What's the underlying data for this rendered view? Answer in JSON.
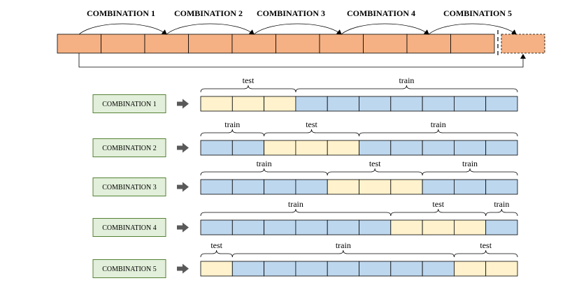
{
  "colors": {
    "segment_fill": "#f5b183",
    "extra_fill": "#f5b183",
    "test_fill": "#fff2cc",
    "train_fill": "#bdd7ee",
    "combo_box_fill": "#e2efda",
    "combo_box_stroke": "#548235",
    "cell_stroke": "#000000",
    "arrow_fill": "#595959"
  },
  "top_row": {
    "segment_count": 10,
    "labels": [
      "COMBINATION 1",
      "COMBINATION 2",
      "COMBINATION 3",
      "COMBINATION 4",
      "COMBINATION 5"
    ]
  },
  "combinations": [
    {
      "label": "COMBINATION 1",
      "cells": [
        "test",
        "test",
        "test",
        "train",
        "train",
        "train",
        "train",
        "train",
        "train",
        "train"
      ],
      "groups": [
        {
          "text": "test",
          "start": 0,
          "end": 3
        },
        {
          "text": "train",
          "start": 3,
          "end": 10
        }
      ]
    },
    {
      "label": "COMBINATION 2",
      "cells": [
        "train",
        "train",
        "test",
        "test",
        "test",
        "train",
        "train",
        "train",
        "train",
        "train"
      ],
      "groups": [
        {
          "text": "train",
          "start": 0,
          "end": 2
        },
        {
          "text": "test",
          "start": 2,
          "end": 5
        },
        {
          "text": "train",
          "start": 5,
          "end": 10
        }
      ]
    },
    {
      "label": "COMBINATION 3",
      "cells": [
        "train",
        "train",
        "train",
        "train",
        "test",
        "test",
        "test",
        "train",
        "train",
        "train"
      ],
      "groups": [
        {
          "text": "train",
          "start": 0,
          "end": 4
        },
        {
          "text": "test",
          "start": 4,
          "end": 7
        },
        {
          "text": "train",
          "start": 7,
          "end": 10
        }
      ]
    },
    {
      "label": "COMBINATION 4",
      "cells": [
        "train",
        "train",
        "train",
        "train",
        "train",
        "train",
        "test",
        "test",
        "test",
        "train"
      ],
      "groups": [
        {
          "text": "train",
          "start": 0,
          "end": 6
        },
        {
          "text": "test",
          "start": 6,
          "end": 9
        },
        {
          "text": "train",
          "start": 9,
          "end": 10
        }
      ]
    },
    {
      "label": "COMBINATION 5",
      "cells": [
        "test",
        "train",
        "train",
        "train",
        "train",
        "train",
        "train",
        "train",
        "test",
        "test"
      ],
      "groups": [
        {
          "text": "test",
          "start": 0,
          "end": 1
        },
        {
          "text": "train",
          "start": 1,
          "end": 8
        },
        {
          "text": "test",
          "start": 8,
          "end": 10
        }
      ]
    }
  ]
}
